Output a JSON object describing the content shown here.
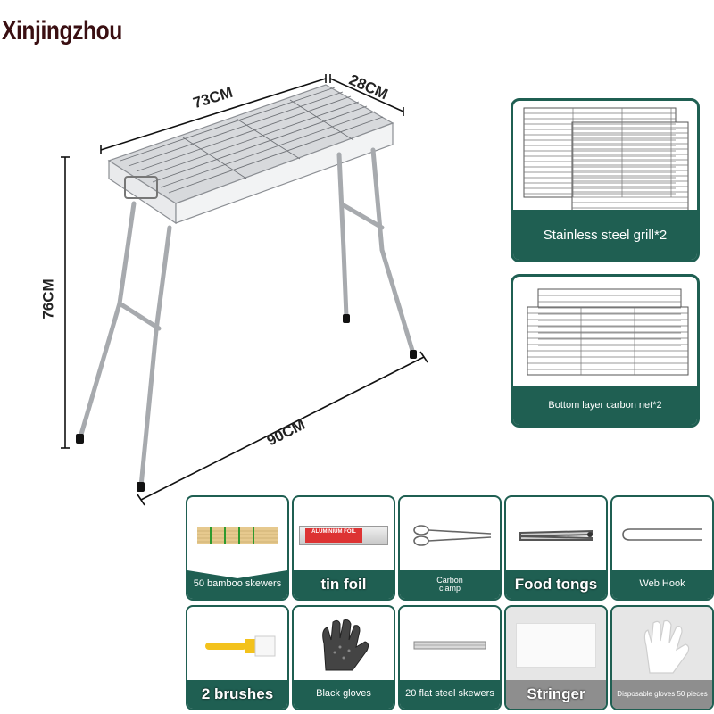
{
  "brand": "Xinjingzhou",
  "dimensions": {
    "length": "73CM",
    "depth": "28CM",
    "height": "76CM",
    "diagonal": "90CM"
  },
  "parts": [
    {
      "label": "Stainless steel grill*2",
      "icon": "wire-grill-icon"
    },
    {
      "label": "Bottom layer carbon net*2",
      "icon": "carbon-net-icon"
    }
  ],
  "accessories": [
    {
      "label": "50 bamboo skewers",
      "icon": "bamboo-skewers-icon"
    },
    {
      "label": "tin foil",
      "icon": "tin-foil-icon",
      "product_text": "ALUMINIUM FOIL"
    },
    {
      "label_line1": "Carbon",
      "label_line2": "clamp",
      "icon": "carbon-clamp-icon"
    },
    {
      "label": "Food tongs",
      "icon": "food-tongs-icon"
    },
    {
      "label": "Web Hook",
      "icon": "web-hook-icon"
    },
    {
      "label": "2 brushes",
      "icon": "brush-icon"
    },
    {
      "label": "Black gloves",
      "icon": "black-glove-icon"
    },
    {
      "label": "20 flat steel skewers",
      "icon": "steel-skewers-icon"
    },
    {
      "label": "Stringer",
      "icon": "stringer-icon"
    },
    {
      "label": "Disposable gloves 50 pieces",
      "icon": "disposable-glove-icon"
    }
  ]
}
